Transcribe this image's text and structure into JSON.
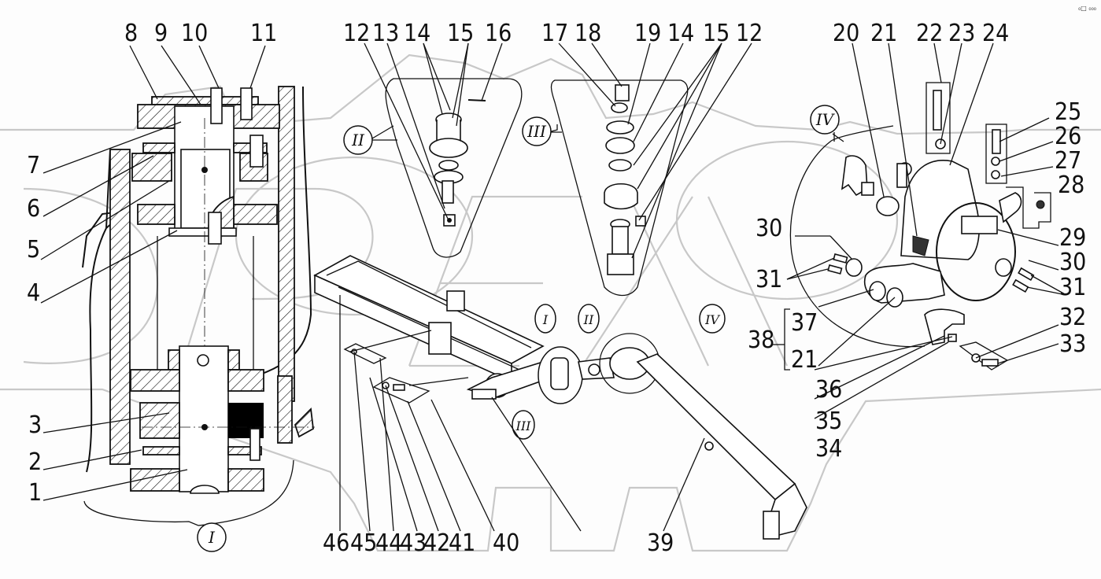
{
  "diagram": {
    "type": "exploded parts assembly drawing",
    "corner_mark": "₀□ ₀₀₀",
    "watermark_text": "OPEX",
    "views": [
      {
        "id": "I",
        "label": "I",
        "description": "sectional view of pivot joint"
      },
      {
        "id": "II",
        "label": "II",
        "description": "detail of pin assembly"
      },
      {
        "id": "III",
        "label": "III",
        "description": "detail of bolt and bushing assembly"
      },
      {
        "id": "IV",
        "label": "IV",
        "description": "detail of clamp bracket assembly"
      }
    ],
    "callouts": {
      "view_I": [
        "1",
        "2",
        "3",
        "4",
        "5",
        "6",
        "7",
        "8",
        "9",
        "10",
        "11"
      ],
      "view_II": [
        "12",
        "13",
        "14",
        "15",
        "16"
      ],
      "view_III": [
        "17",
        "18",
        "19",
        "14",
        "15",
        "12"
      ],
      "view_IV_top": [
        "20",
        "21",
        "22",
        "23",
        "24"
      ],
      "view_IV_right": [
        "25",
        "26",
        "27",
        "28",
        "29",
        "30",
        "31",
        "32",
        "33",
        "34",
        "35",
        "36"
      ],
      "view_IV_left": [
        "30",
        "31"
      ],
      "group_38": {
        "label": "38",
        "members": [
          "37",
          "21"
        ]
      },
      "main_bottom": [
        "46",
        "45",
        "44",
        "43",
        "42",
        "41",
        "40",
        "39"
      ]
    },
    "detail_markers_on_main": [
      "I",
      "II",
      "III",
      "IV"
    ]
  }
}
